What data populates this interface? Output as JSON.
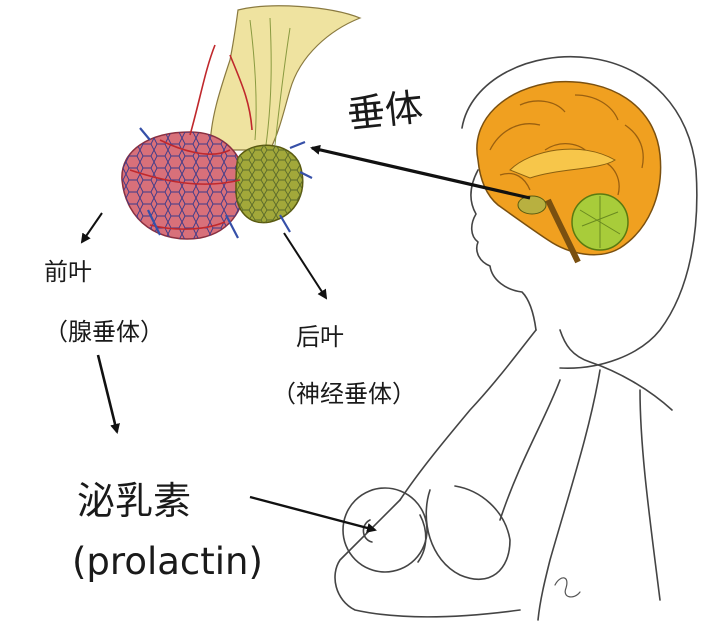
{
  "labels": {
    "hypophysis": "垂体",
    "anterior_lobe": "前叶",
    "anterior_lobe_alt": "（腺垂体）",
    "posterior_lobe": "后叶",
    "posterior_lobe_alt": "（神经垂体）",
    "hormone_cn": "泌乳素",
    "hormone_en": "(prolactin)"
  },
  "colors": {
    "line": "#333333",
    "arrow": "#111111",
    "brain": "#f0a020",
    "brain_inner": "#f7c64a",
    "cerebellum": "#a8cc3a",
    "anterior_pituitary": "#d8707a",
    "posterior_pituitary": "#a2a83a",
    "stalk": "#efe3a0",
    "vessel_red": "#c0282c",
    "vessel_blue": "#3650a8"
  }
}
